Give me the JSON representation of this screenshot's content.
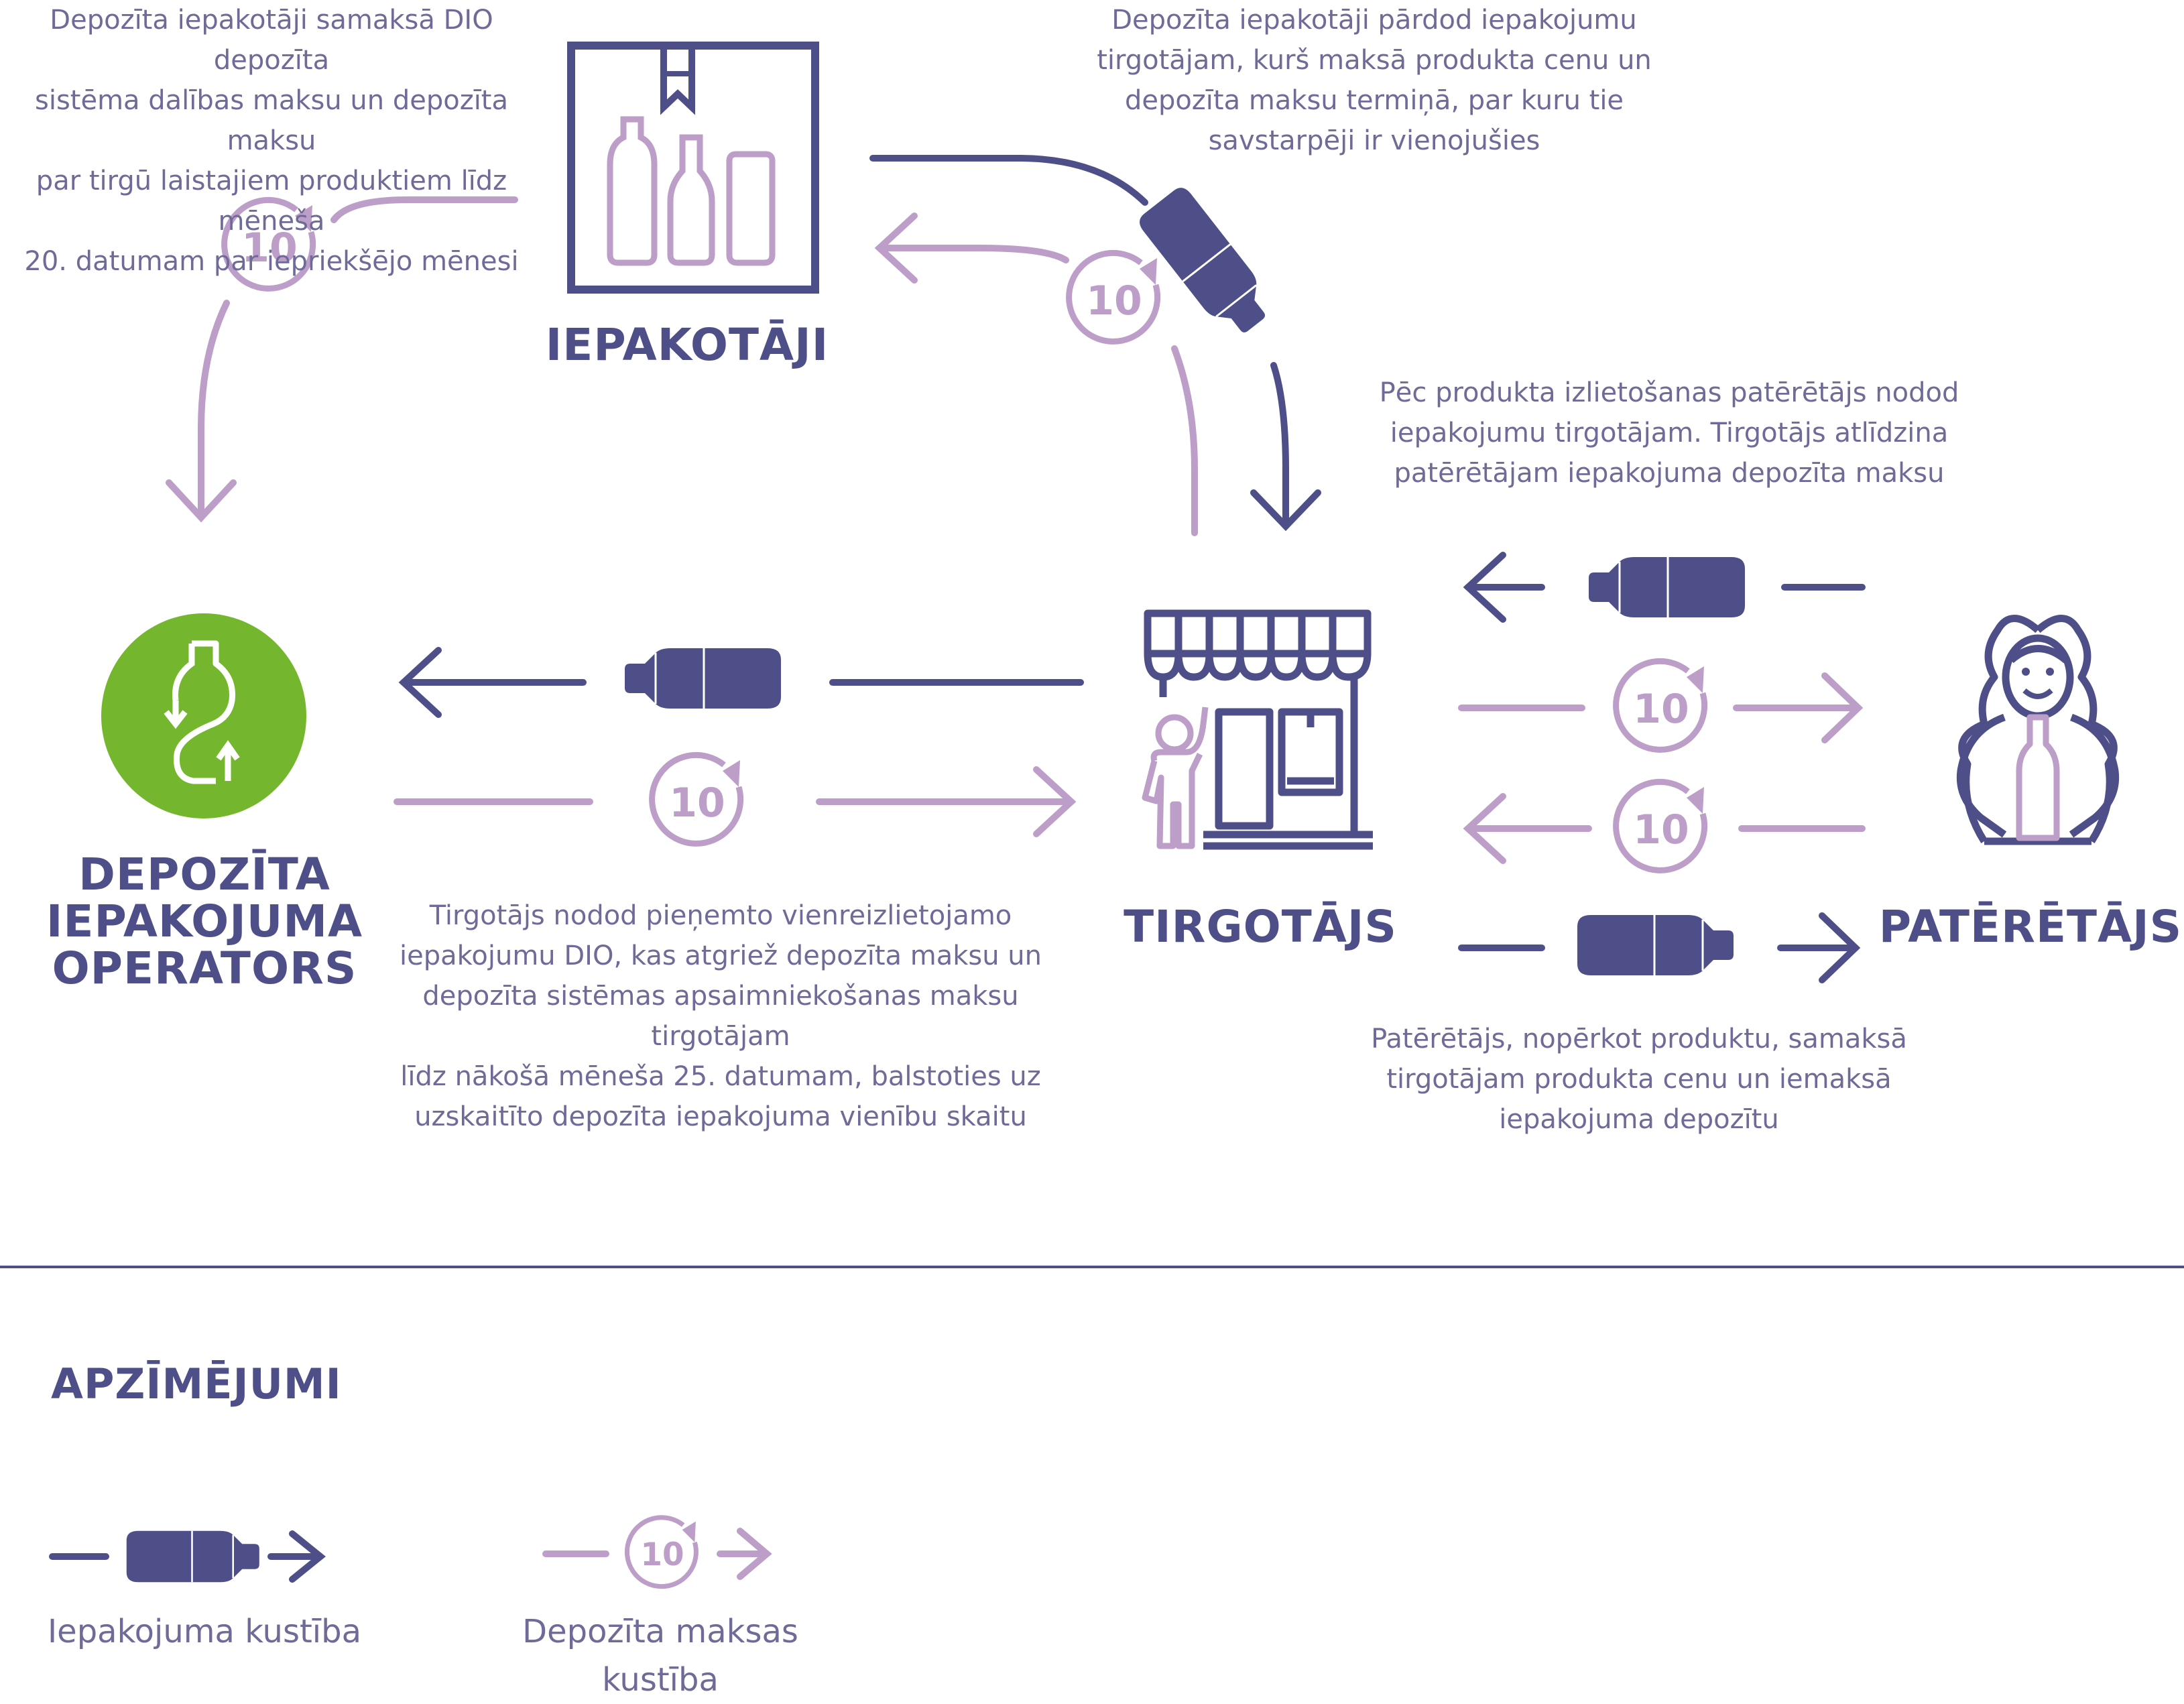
{
  "nodes": {
    "packager": "IEPAKOTĀJI",
    "operator": [
      "DEPOZĪTA",
      "IEPAKOJUMA",
      "OPERATORS"
    ],
    "retailer": "TIRGOTĀJS",
    "consumer": "PATĒRĒTĀJS"
  },
  "notes": {
    "packager_to_operator": [
      "Depozīta iepakotāji samaksā DIO depozīta",
      "sistēma dalības maksu un depozīta maksu",
      "par tirgū laistajiem produktiem līdz mēneša",
      "20. datumam par iepriekšējo mēnesi"
    ],
    "packager_to_retailer": [
      "Depozīta iepakotāji pārdod iepakojumu",
      "tirgotājam, kurš maksā produkta cenu un",
      "depozīta maksu termiņā, par kuru tie",
      "savstarpēji ir vienojušies"
    ],
    "consumer_return": [
      "Pēc produkta izlietošanas patērētājs nodod",
      "iepakojumu tirgotājam. Tirgotājs atlīdzina",
      "patērētājam iepakojuma depozīta maksu"
    ],
    "retailer_to_operator": [
      "Tirgotājs nodod pieņemto vienreizlietojamo",
      "iepakojumu  DIO, kas atgriež depozīta maksu un",
      "depozīta sistēmas apsaimniekošanas maksu tirgotājam",
      "līdz nākošā mēneša 25. datumam, balstoties uz",
      "uzskaitīto depozīta iepakojuma vienību skaitu"
    ],
    "consumer_purchase": [
      "Patērētājs, nopērkot produktu, samaksā",
      "tirgotājam produkta cenu un iemaksā",
      "iepakojuma depozītu"
    ]
  },
  "deposit_symbol": "10",
  "legend": {
    "title": "APZĪMĒJUMI",
    "packaging": "Iepakojuma kustība",
    "deposit": [
      "Depozīta maksas",
      "kustība"
    ]
  },
  "colors": {
    "navy": "#4e4f88",
    "lilac": "#bd9ec9",
    "green": "#74b72e",
    "text": "#6f6b98"
  }
}
